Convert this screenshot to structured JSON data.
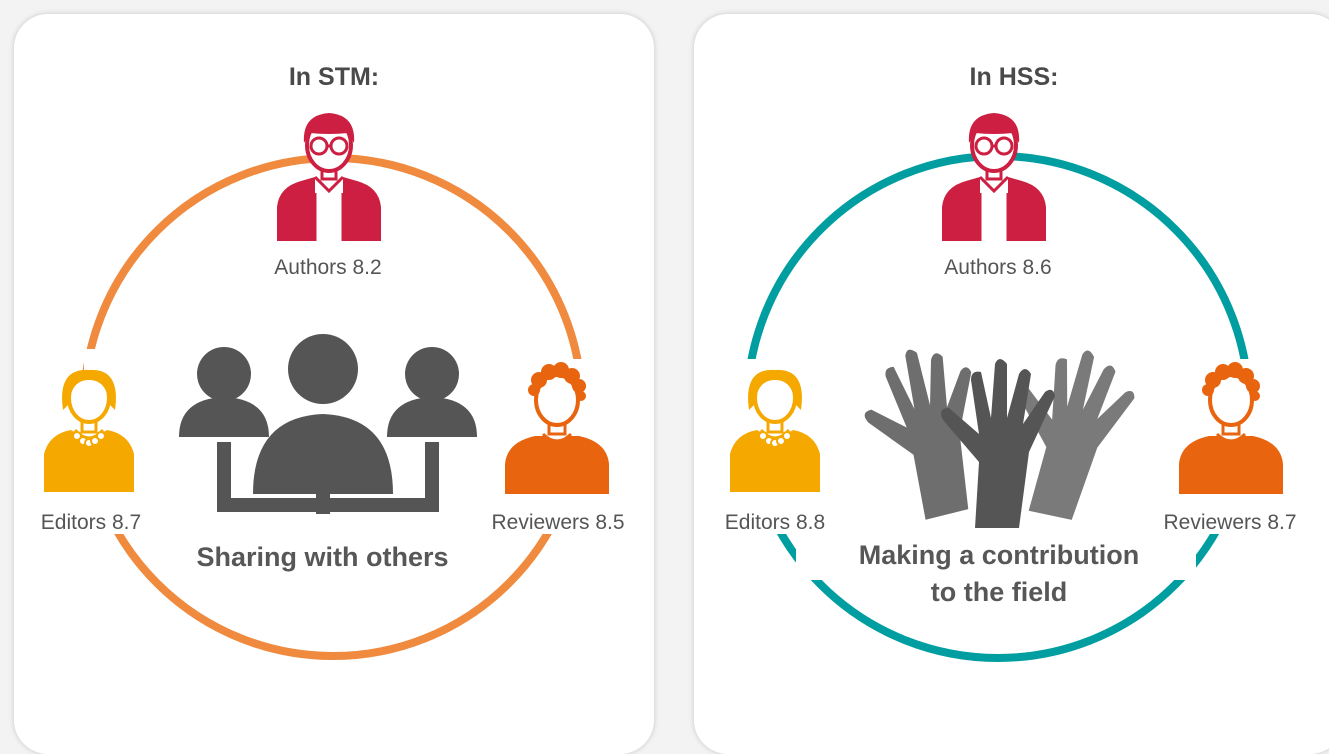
{
  "panels": {
    "stm": {
      "title": "In STM:",
      "ring_color": "#ef8a3e",
      "caption": "Sharing with others",
      "center_icon": "group-network-icon",
      "roles": {
        "authors": {
          "label": "Authors 8.2",
          "score": 8.2,
          "color": "#cc1f41",
          "icon": "author-icon"
        },
        "editors": {
          "label": "Editors 8.7",
          "score": 8.7,
          "color": "#f5a800",
          "icon": "editor-icon"
        },
        "reviewers": {
          "label": "Reviewers 8.5",
          "score": 8.5,
          "color": "#e9640e",
          "icon": "reviewer-icon"
        }
      }
    },
    "hss": {
      "title": "In HSS:",
      "ring_color": "#009ea0",
      "caption_line1": "Making a contribution",
      "caption_line2": "to the field",
      "center_icon": "raised-hands-icon",
      "roles": {
        "authors": {
          "label": "Authors 8.6",
          "score": 8.6,
          "color": "#cc1f41",
          "icon": "author-icon"
        },
        "editors": {
          "label": "Editors 8.8",
          "score": 8.8,
          "color": "#f5a800",
          "icon": "editor-icon"
        },
        "reviewers": {
          "label": "Reviewers 8.7",
          "score": 8.7,
          "color": "#e9640e",
          "icon": "reviewer-icon"
        }
      }
    }
  }
}
